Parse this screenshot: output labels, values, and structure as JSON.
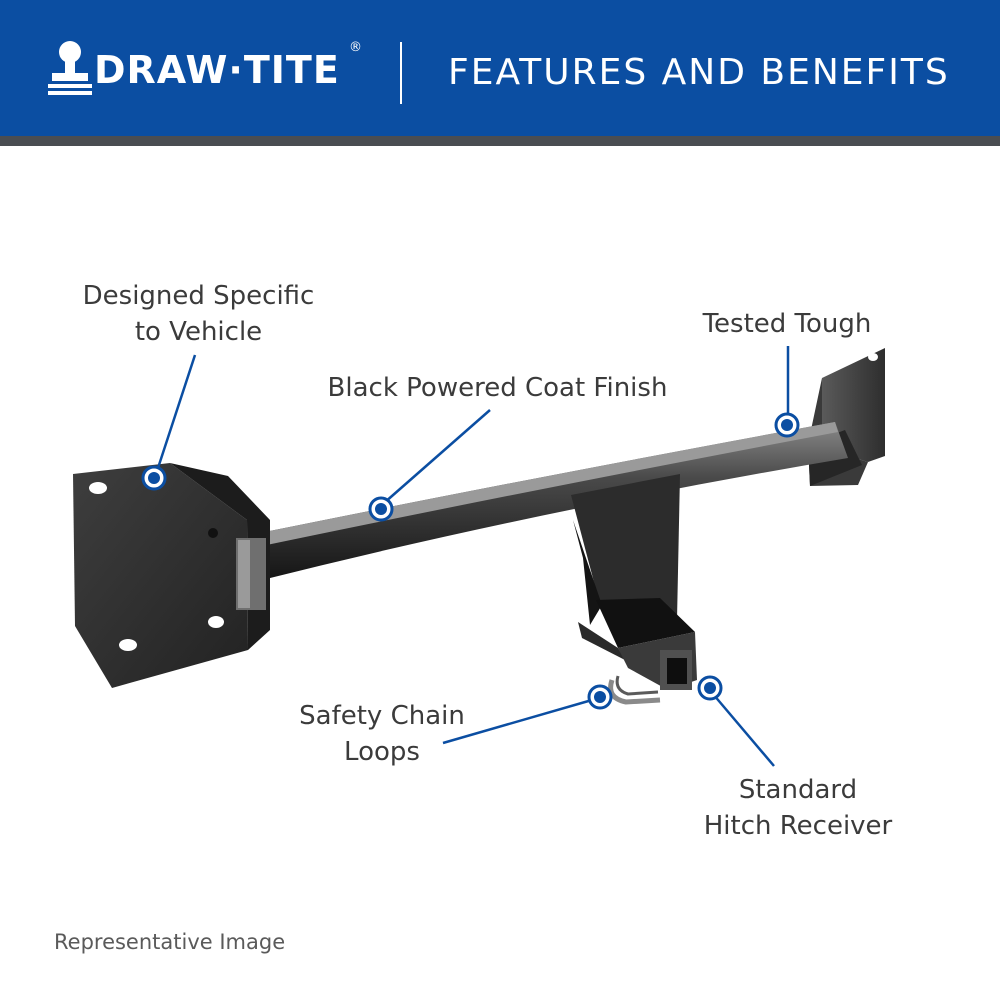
{
  "header": {
    "brand_name": "DRAW·TITE",
    "registered_mark": "®",
    "title": "FEATURES AND BENEFITS"
  },
  "callouts": {
    "designed_specific_line1": "Designed Specific",
    "designed_specific_line2": "to Vehicle",
    "tested_tough": "Tested Tough",
    "black_powered_coat": "Black Powered Coat Finish",
    "safety_chain_line1": "Safety Chain",
    "safety_chain_line2": "Loops",
    "standard_receiver_line1": "Standard",
    "standard_receiver_line2": "Hitch Receiver"
  },
  "footer": {
    "note": "Representative Image"
  },
  "colors": {
    "header_blue": "#0b4ea2",
    "header_strip": "#4a4d52",
    "callout_line": "#0b4ea2",
    "text_dark": "#3b3b3b"
  }
}
